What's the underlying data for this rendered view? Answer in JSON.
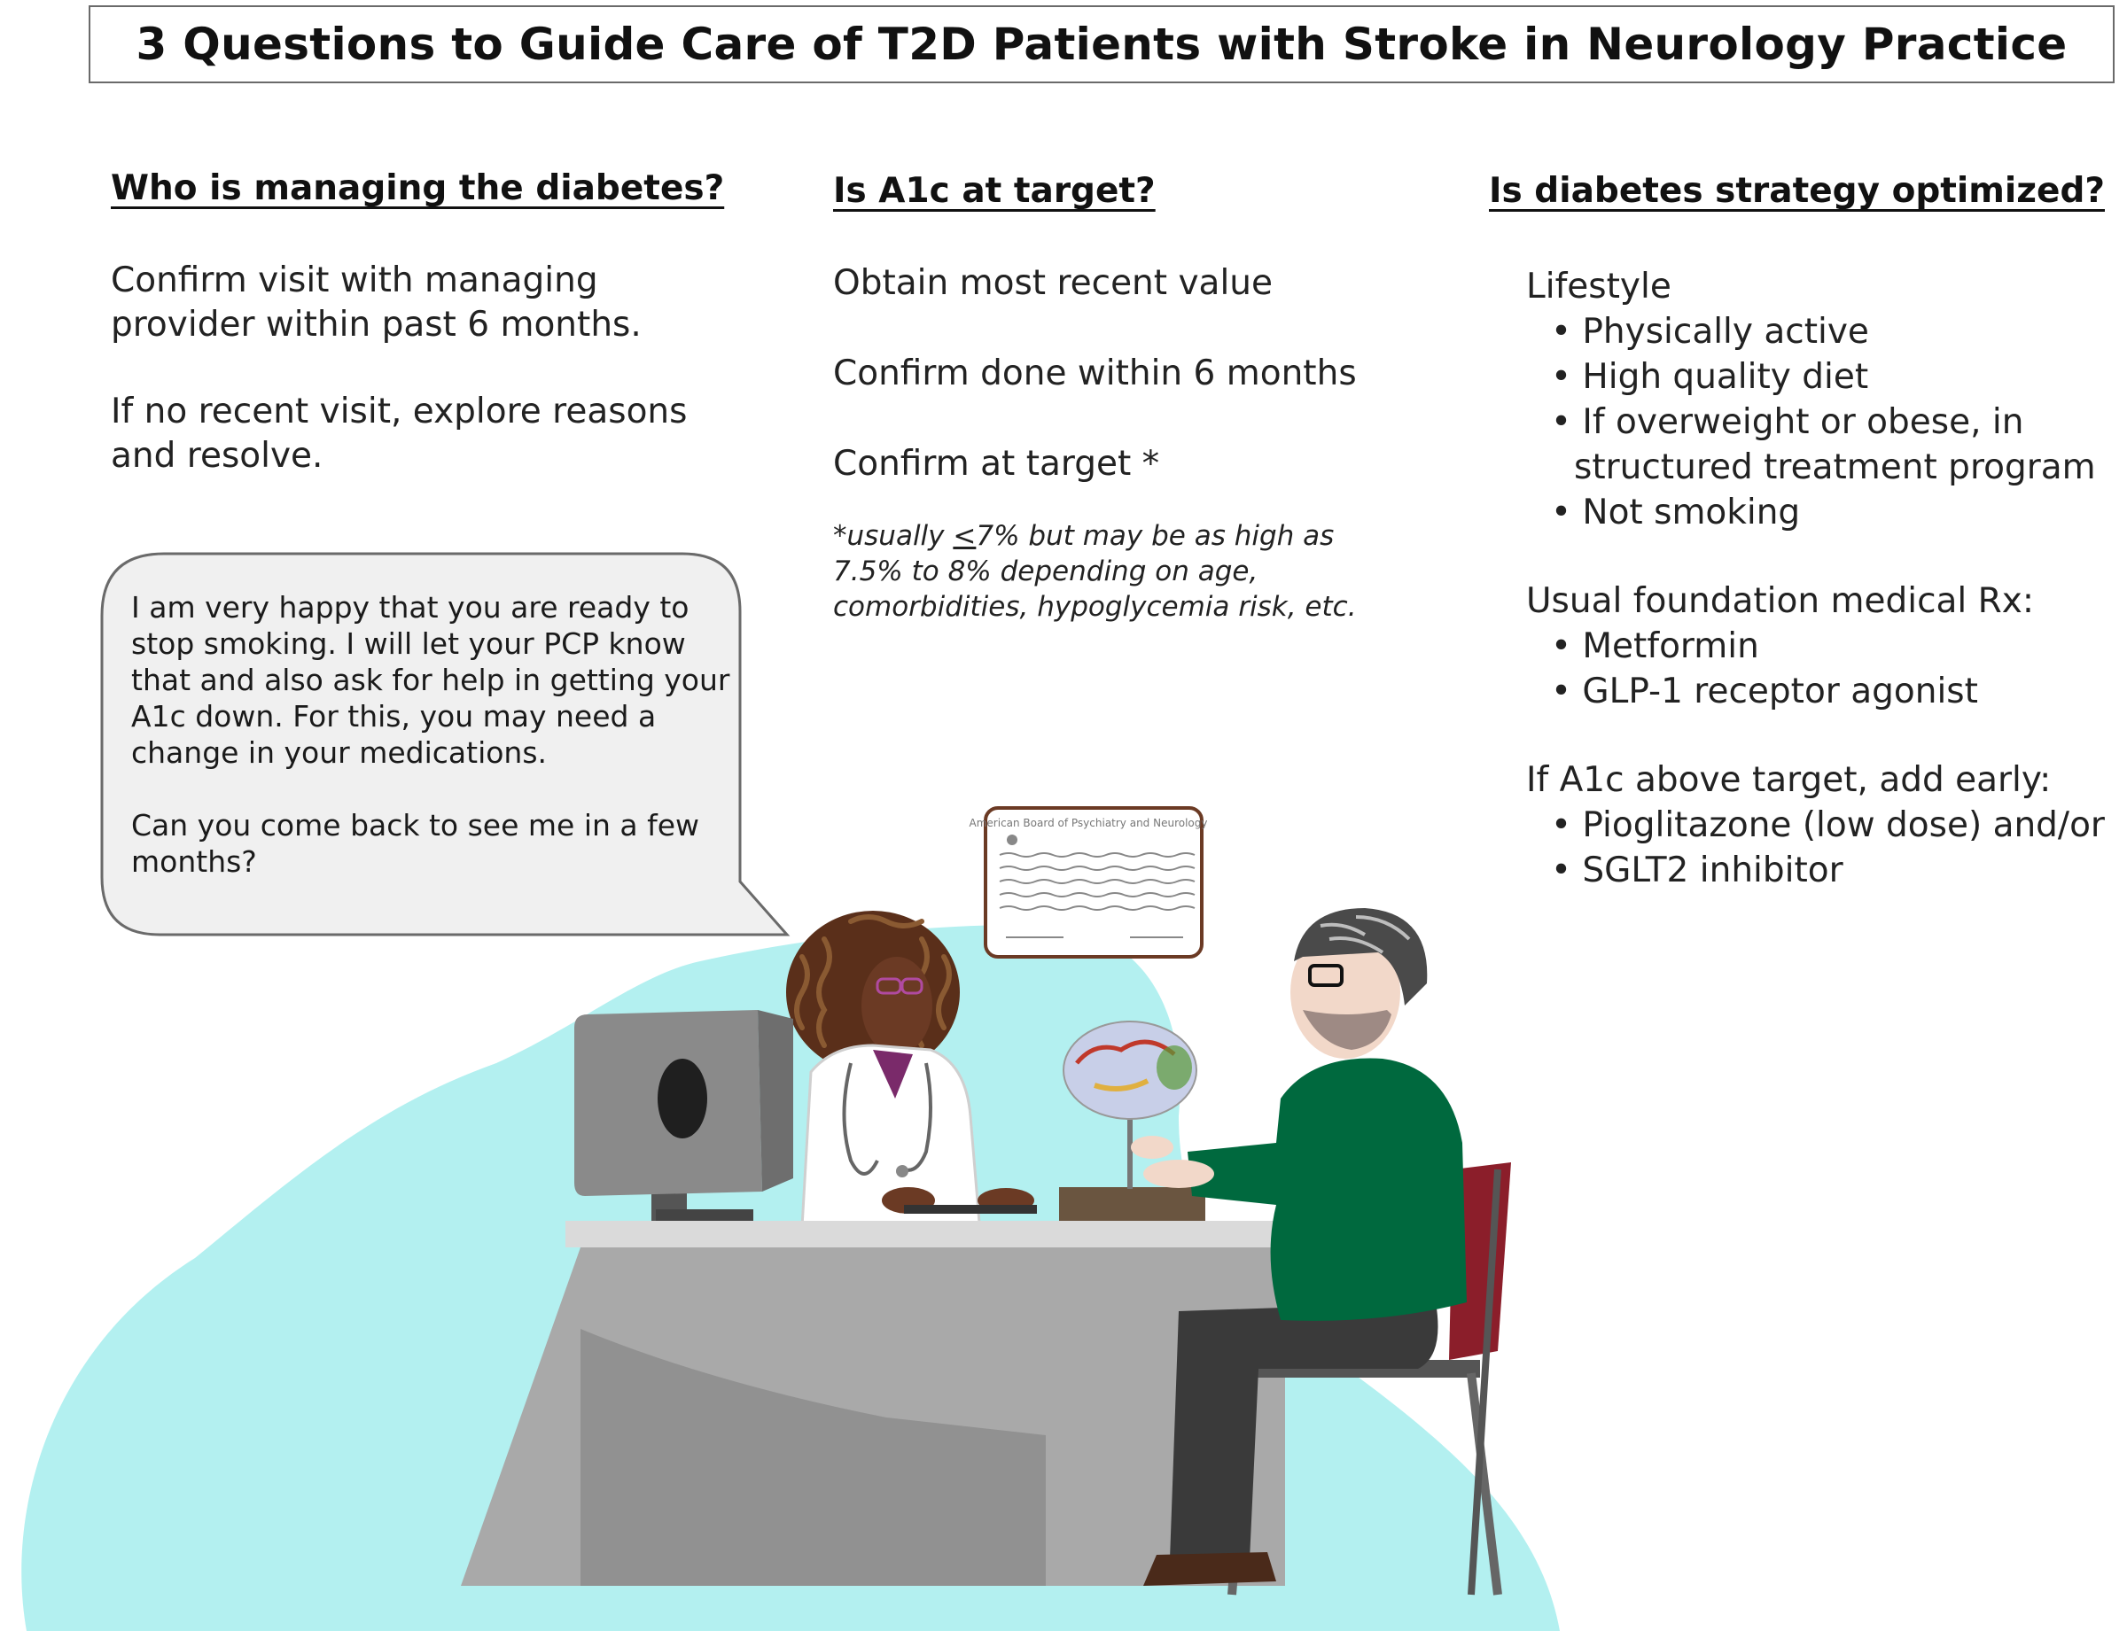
{
  "title": "3 Questions to Guide Care of T2D Patients with Stroke in Neurology Practice",
  "col1": {
    "heading": "Who is managing the diabetes?",
    "para1": "Confirm visit with managing provider within past 6 months.",
    "para2": "If no recent visit, explore reasons and resolve."
  },
  "col2": {
    "heading": "Is A1c at target?",
    "item1": "Obtain most recent value",
    "item2": "Confirm done within 6 months",
    "item3": "Confirm at target *",
    "footnote_a": "*usually ",
    "footnote_le": "<",
    "footnote_b": "7% but may be as high as 7.5% to 8% depending on age, comorbidities, hypoglycemia risk, etc."
  },
  "col3": {
    "heading": "Is diabetes strategy optimized?",
    "lifestyle_label": "Lifestyle",
    "lifestyle": [
      "• Physically active",
      "• High quality diet",
      "• If overweight or obese, in",
      "structured treatment program",
      "• Not smoking"
    ],
    "foundation_label": "Usual foundation medical Rx:",
    "foundation": [
      "• Metformin",
      "• GLP-1 receptor agonist"
    ],
    "above_label": "If A1c above target, add early:",
    "above": [
      "• Pioglitazone (low dose) and/or",
      "• SGLT2 inhibitor"
    ]
  },
  "bubble": {
    "para1": "I am very happy that you are ready to stop smoking. I will let your PCP know that and also ask for help in getting your A1c down. For this, you may need a change in your medications.",
    "para2": "Can you come back to see me in a few months?"
  },
  "certificate": {
    "text": "American Board of Psychiatry and Neurology"
  },
  "colors": {
    "backdrop": "#b3f0f0",
    "desk_top": "#dadada",
    "desk_front": "#a9a9a9",
    "patient_sweater": "#00693e",
    "chair_back": "#8b1e2a",
    "bubble_fill": "#f0f0f0"
  }
}
